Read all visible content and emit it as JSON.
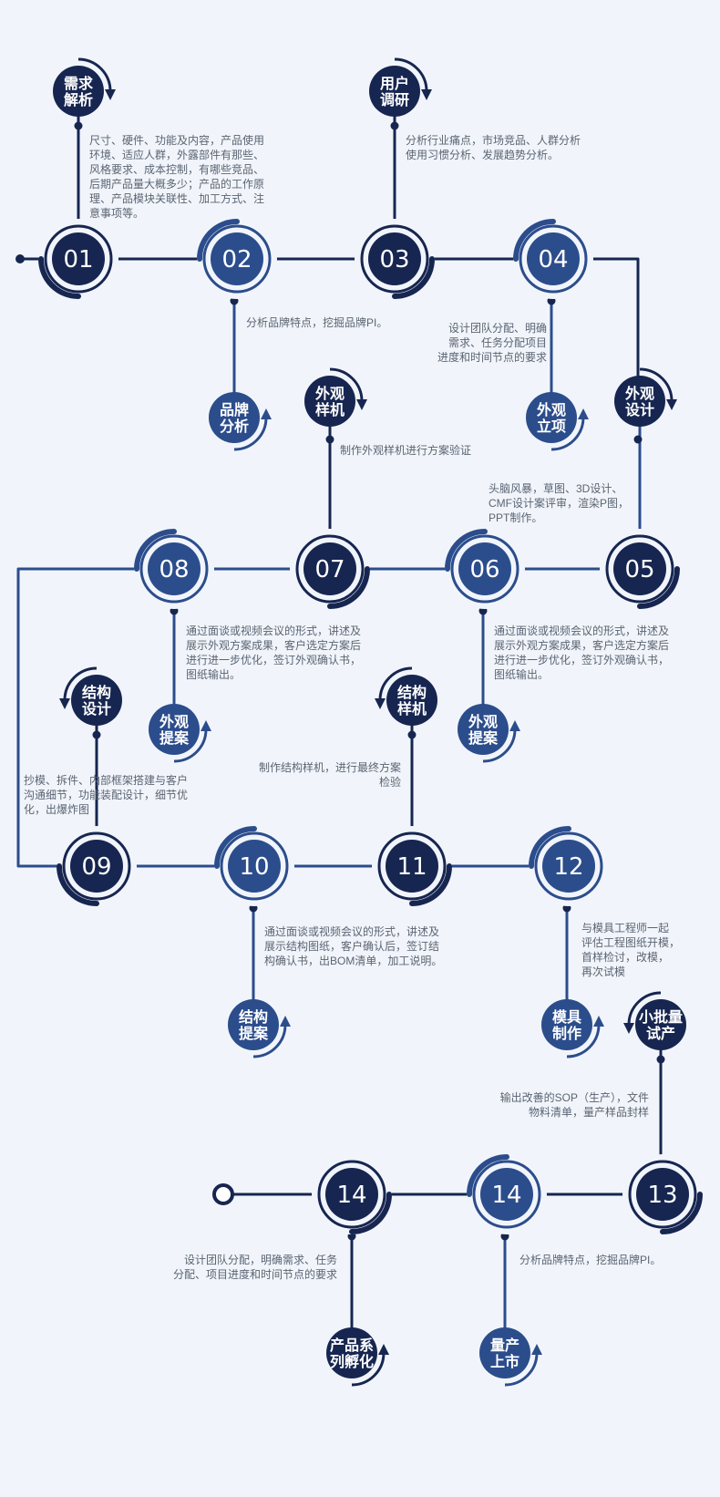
{
  "colors": {
    "dark": "#172650",
    "mid": "#2c4d8c",
    "bg": "#f1f5fb",
    "text": "#5b6472"
  },
  "steps": [
    {
      "id": "s01",
      "label": "01",
      "tone": "dark"
    },
    {
      "id": "s02",
      "label": "02",
      "tone": "mid"
    },
    {
      "id": "s03",
      "label": "03",
      "tone": "dark"
    },
    {
      "id": "s04",
      "label": "04",
      "tone": "mid"
    },
    {
      "id": "s05",
      "label": "05",
      "tone": "dark"
    },
    {
      "id": "s06",
      "label": "06",
      "tone": "mid"
    },
    {
      "id": "s07",
      "label": "07",
      "tone": "dark"
    },
    {
      "id": "s08",
      "label": "08",
      "tone": "mid"
    },
    {
      "id": "s09",
      "label": "09",
      "tone": "dark"
    },
    {
      "id": "s10",
      "label": "10",
      "tone": "mid"
    },
    {
      "id": "s11",
      "label": "11",
      "tone": "dark"
    },
    {
      "id": "s12",
      "label": "12",
      "tone": "mid"
    },
    {
      "id": "s13",
      "label": "13",
      "tone": "dark"
    },
    {
      "id": "s14a",
      "label": "14",
      "tone": "mid"
    },
    {
      "id": "s14b",
      "label": "14",
      "tone": "dark"
    }
  ],
  "nodes": [
    {
      "id": "n1",
      "lines": [
        "需求",
        "解析"
      ],
      "tone": "dark"
    },
    {
      "id": "n2",
      "lines": [
        "用户",
        "调研"
      ],
      "tone": "dark"
    },
    {
      "id": "n3",
      "lines": [
        "品牌",
        "分析"
      ],
      "tone": "mid"
    },
    {
      "id": "n4",
      "lines": [
        "外观",
        "立项"
      ],
      "tone": "mid"
    },
    {
      "id": "n5",
      "lines": [
        "外观",
        "设计"
      ],
      "tone": "dark"
    },
    {
      "id": "n6",
      "lines": [
        "外观",
        "样机"
      ],
      "tone": "dark"
    },
    {
      "id": "n7",
      "lines": [
        "外观",
        "提案"
      ],
      "tone": "mid"
    },
    {
      "id": "n8",
      "lines": [
        "外观",
        "提案"
      ],
      "tone": "mid"
    },
    {
      "id": "n9",
      "lines": [
        "结构",
        "设计"
      ],
      "tone": "dark"
    },
    {
      "id": "n10",
      "lines": [
        "结构",
        "样机"
      ],
      "tone": "dark"
    },
    {
      "id": "n11",
      "lines": [
        "结构",
        "提案"
      ],
      "tone": "mid"
    },
    {
      "id": "n12",
      "lines": [
        "模具",
        "制作"
      ],
      "tone": "mid"
    },
    {
      "id": "n13",
      "lines": [
        "小批量",
        "试产"
      ],
      "tone": "dark"
    },
    {
      "id": "n14",
      "lines": [
        "产品系",
        "列孵化"
      ],
      "tone": "dark"
    },
    {
      "id": "n15",
      "lines": [
        "量产",
        "上市"
      ],
      "tone": "mid"
    }
  ],
  "descriptions": [
    {
      "id": "d1",
      "text": "尺寸、硬件、功能及内容，产品使用\n环境、适应人群，外露部件有那些、\n风格要求、成本控制，有哪些竞品、\n后期产品量大概多少；产品的工作原\n理、产品模块关联性、加工方式、注\n意事项等。"
    },
    {
      "id": "d2",
      "text": "分析行业痛点，市场竞品、人群分析\n使用习惯分析、发展趋势分析。"
    },
    {
      "id": "d3",
      "text": "分析品牌特点，挖掘品牌PI。"
    },
    {
      "id": "d4",
      "text": "设计团队分配、明确\n需求、任务分配项目\n进度和时间节点的要求"
    },
    {
      "id": "d5",
      "text": "制作外观样机进行方案验证"
    },
    {
      "id": "d6",
      "text": "头脑风暴，草图、3D设计、\nCMF设计案评审，渲染P图，\nPPT制作。"
    },
    {
      "id": "d7",
      "text": "通过面谈或视频会议的形式，讲述及\n展示外观方案成果，客户选定方案后\n进行进一步优化，签订外观确认书，\n图纸输出。"
    },
    {
      "id": "d8",
      "text": "通过面谈或视频会议的形式，讲述及\n展示外观方案成果，客户选定方案后\n进行进一步优化，签订外观确认书，\n图纸输出。"
    },
    {
      "id": "d9",
      "text": "抄模、拆件、内部框架搭建与客户\n沟通细节，功能装配设计，细节优\n化，出爆炸图"
    },
    {
      "id": "d10",
      "text": "制作结构样机，进行最终方案\n检验"
    },
    {
      "id": "d11",
      "text": "通过面谈或视频会议的形式，讲述及\n展示结构图纸，客户确认后，签订结\n构确认书，出BOM清单，加工说明。"
    },
    {
      "id": "d12",
      "text": "与模具工程师一起\n评估工程图纸开模，\n首样检讨，改模，\n再次试模"
    },
    {
      "id": "d13",
      "text": "输出改善的SOP（生产），文件\n物料清单，量产样品封样"
    },
    {
      "id": "d14",
      "text": "设计团队分配，明确需求、任务\n分配、项目进度和时间节点的要求"
    },
    {
      "id": "d15",
      "text": "分析品牌特点，挖掘品牌PI。"
    }
  ]
}
